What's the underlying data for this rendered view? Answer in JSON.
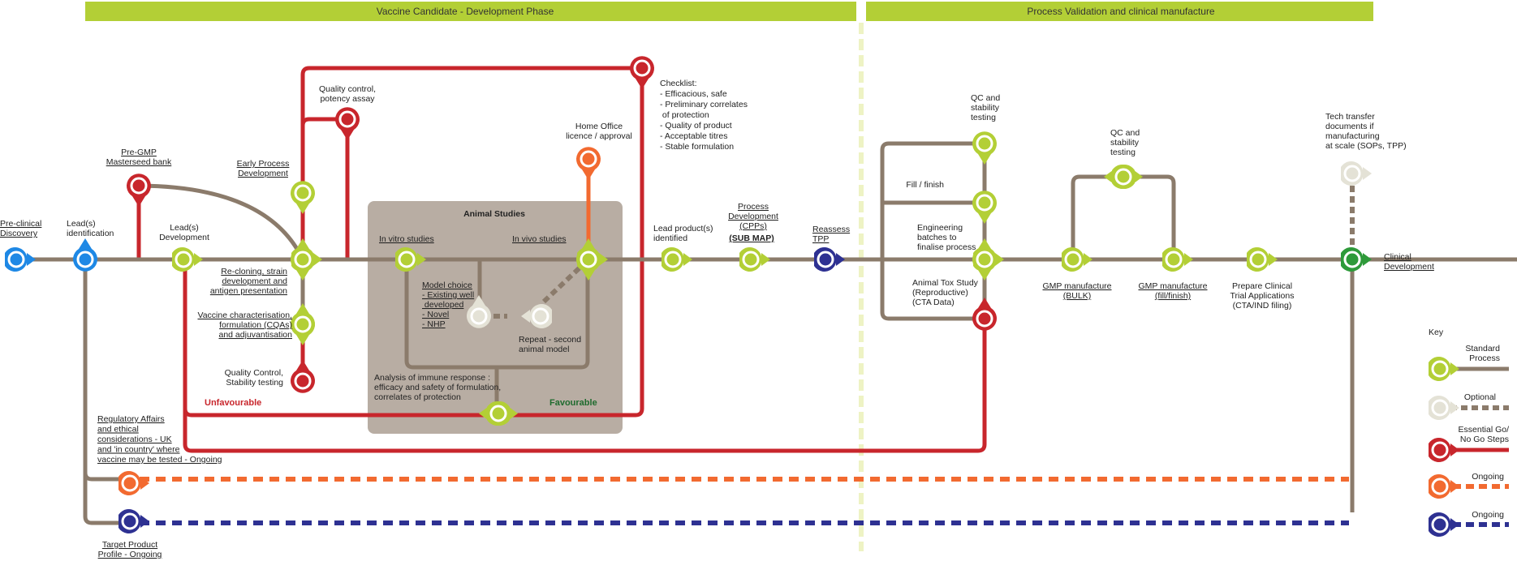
{
  "phases": {
    "development": "Vaccine Candidate - Development Phase",
    "validation": "Process Validation and clinical manufacture"
  },
  "animal_studies": {
    "title": "Animal Studies",
    "in_vitro": "In vitro studies",
    "in_vivo": "In vivo studies",
    "model_choice": [
      "Model choice",
      "- Existing well",
      "  developed",
      "- Novel",
      "- NHP"
    ],
    "repeat": [
      "Repeat - second",
      "animal model"
    ],
    "analysis": [
      "Analysis of immune response :",
      "efficacy and safety of formulation,",
      "correlates of protection"
    ],
    "unfavourable": "Unfavourable",
    "favourable": "Favourable"
  },
  "labels": {
    "preclinical": [
      "Pre-clinical",
      "Discovery"
    ],
    "leads_id": [
      "Lead(s)",
      "identification"
    ],
    "leads_dev": [
      "Lead(s)",
      "Development"
    ],
    "pregmp": [
      "Pre-GMP",
      "Masterseed bank"
    ],
    "early_process": [
      "Early Process",
      "Development"
    ],
    "qc_potency": [
      "Quality control,",
      "potency assay"
    ],
    "recloning": [
      "Re-cloning, strain",
      "development and",
      "antigen presentation"
    ],
    "vaccine_char": [
      "Vaccine characterisation,",
      "formulation (CQAs)",
      "and adjuvantisation"
    ],
    "qc_stability": [
      "Quality Control,",
      "Stability testing"
    ],
    "home_office": [
      "Home Office",
      "licence / approval"
    ],
    "checklist": [
      "Checklist:",
      "- Efficacious, safe",
      "- Preliminary correlates",
      "  of protection",
      "- Quality of product",
      "- Acceptable titres",
      "- Stable formulation"
    ],
    "lead_products": [
      "Lead product(s)",
      "identified"
    ],
    "process_dev": [
      "Process",
      "Development",
      "(CPPs)"
    ],
    "sub_map": "(SUB MAP)",
    "reassess": [
      "Reassess",
      "TPP"
    ],
    "qc_stab_1": [
      "QC and",
      "stability",
      "testing"
    ],
    "fill_finish": "Fill / finish",
    "engineering": [
      "Engineering",
      "batches to",
      "finalise process"
    ],
    "animal_tox": [
      "Animal Tox Study",
      "(Reproductive)",
      "(CTA Data)"
    ],
    "qc_stab_2": [
      "QC and",
      "stability",
      "testing"
    ],
    "gmp_bulk": [
      "GMP manufacture",
      "(BULK)"
    ],
    "gmp_fill": [
      "GMP manufacture",
      "(fill/finish)"
    ],
    "prepare_cta": [
      "Prepare Clinical",
      "Trial Applications",
      "(CTA/IND filing)"
    ],
    "tech_transfer": [
      "Tech transfer",
      "documents if",
      "manufacturing",
      "at scale (SOPs, TPP)"
    ],
    "clinical": [
      "Clinical",
      "Development"
    ],
    "regulatory": [
      "Regulatory Affairs",
      "and ethical",
      "considerations - UK",
      "and 'in country' where",
      "vaccine may be tested - Ongoing"
    ],
    "target_profile": [
      "Target Product",
      "Profile - Ongoing"
    ]
  },
  "key": {
    "title": "Key",
    "items": [
      [
        "Standard",
        "Process"
      ],
      [
        "Optional"
      ],
      [
        "Essential Go/",
        "No Go Steps"
      ],
      [
        "Ongoing"
      ],
      [
        "Ongoing"
      ]
    ]
  },
  "colors": {
    "phase_bar": "#b3cf36",
    "process": "#8b7b6b",
    "green": "#b3cf36",
    "red": "#c8262c",
    "orange": "#f26a30",
    "navy": "#2e3192",
    "blue": "#1e88e5",
    "dark_green": "#2e9a3a",
    "optional": "#d9d9cc",
    "animal_box": "#b8ada3",
    "divider": "#eef3c4"
  }
}
